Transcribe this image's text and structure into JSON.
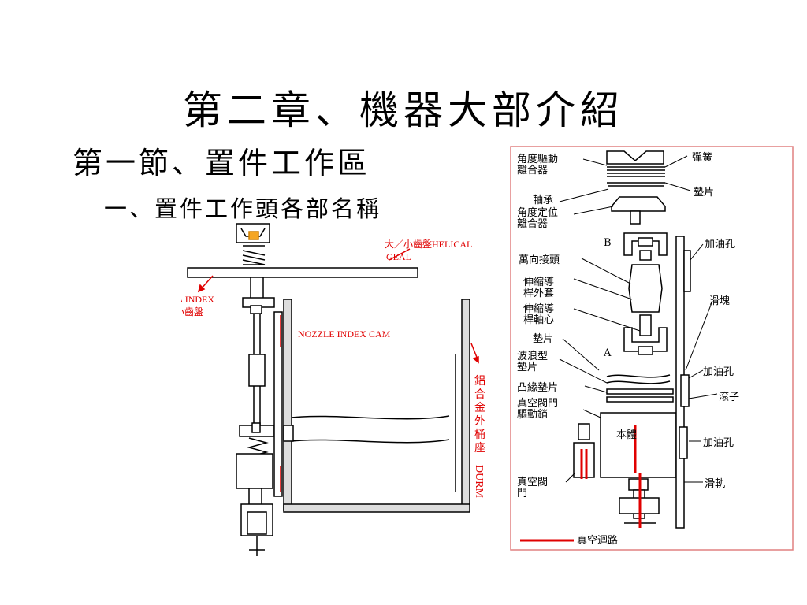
{
  "slide": {
    "title": "第二章、機器大部介紹",
    "section": "第一節、置件工作區",
    "subsection": "一、置件工作頭各部名稱"
  },
  "left_diagram": {
    "labels": {
      "helical_gear_1": "大／小齒盤HELICAL",
      "helical_gear_2": "GEAL",
      "theta_index_1": "THETA INDEX",
      "theta_index_2": "小齒盤",
      "nozzle_index_cam": "NOZZLE INDEX CAM",
      "drum_cn_1": "鋁",
      "drum_cn_2": "合",
      "drum_cn_3": "金",
      "drum_cn_4": "外",
      "drum_cn_5": "桶",
      "drum_cn_6": "座",
      "drum_en": "DURM"
    },
    "label_color": "#e00000"
  },
  "right_diagram": {
    "labels": {
      "angle_drive_clutch_1": "角度驅動",
      "angle_drive_clutch_2": "離合器",
      "spring": "彈簧",
      "gasket_top": "墊片",
      "bearing": "軸承",
      "angle_position_clutch_1": "角度定位",
      "angle_position_clutch_2": "離合器",
      "point_b": "B",
      "oil_hole_1": "加油孔",
      "universal_joint": "萬向接頭",
      "telescopic_outer_1": "伸縮導",
      "telescopic_outer_2": "桿外套",
      "slider": "滑塊",
      "telescopic_core_1": "伸縮導",
      "telescopic_core_2": "桿軸心",
      "gasket_mid": "墊片",
      "point_a": "A",
      "wave_gasket_1": "波浪型",
      "wave_gasket_2": "墊片",
      "oil_hole_2": "加油孔",
      "flange_gasket": "凸緣墊片",
      "vacuum_valve_pin_1": "真空閥門",
      "vacuum_valve_pin_2": "驅動銷",
      "roller": "滾子",
      "body": "本體",
      "oil_hole_3": "加油孔",
      "vacuum_valve_1": "真空閥",
      "vacuum_valve_2": "門",
      "slide_rail": "滑軌",
      "legend_vacuum_path": "真空迴路"
    },
    "border_color": "#e08080",
    "vacuum_color": "#e00000"
  }
}
